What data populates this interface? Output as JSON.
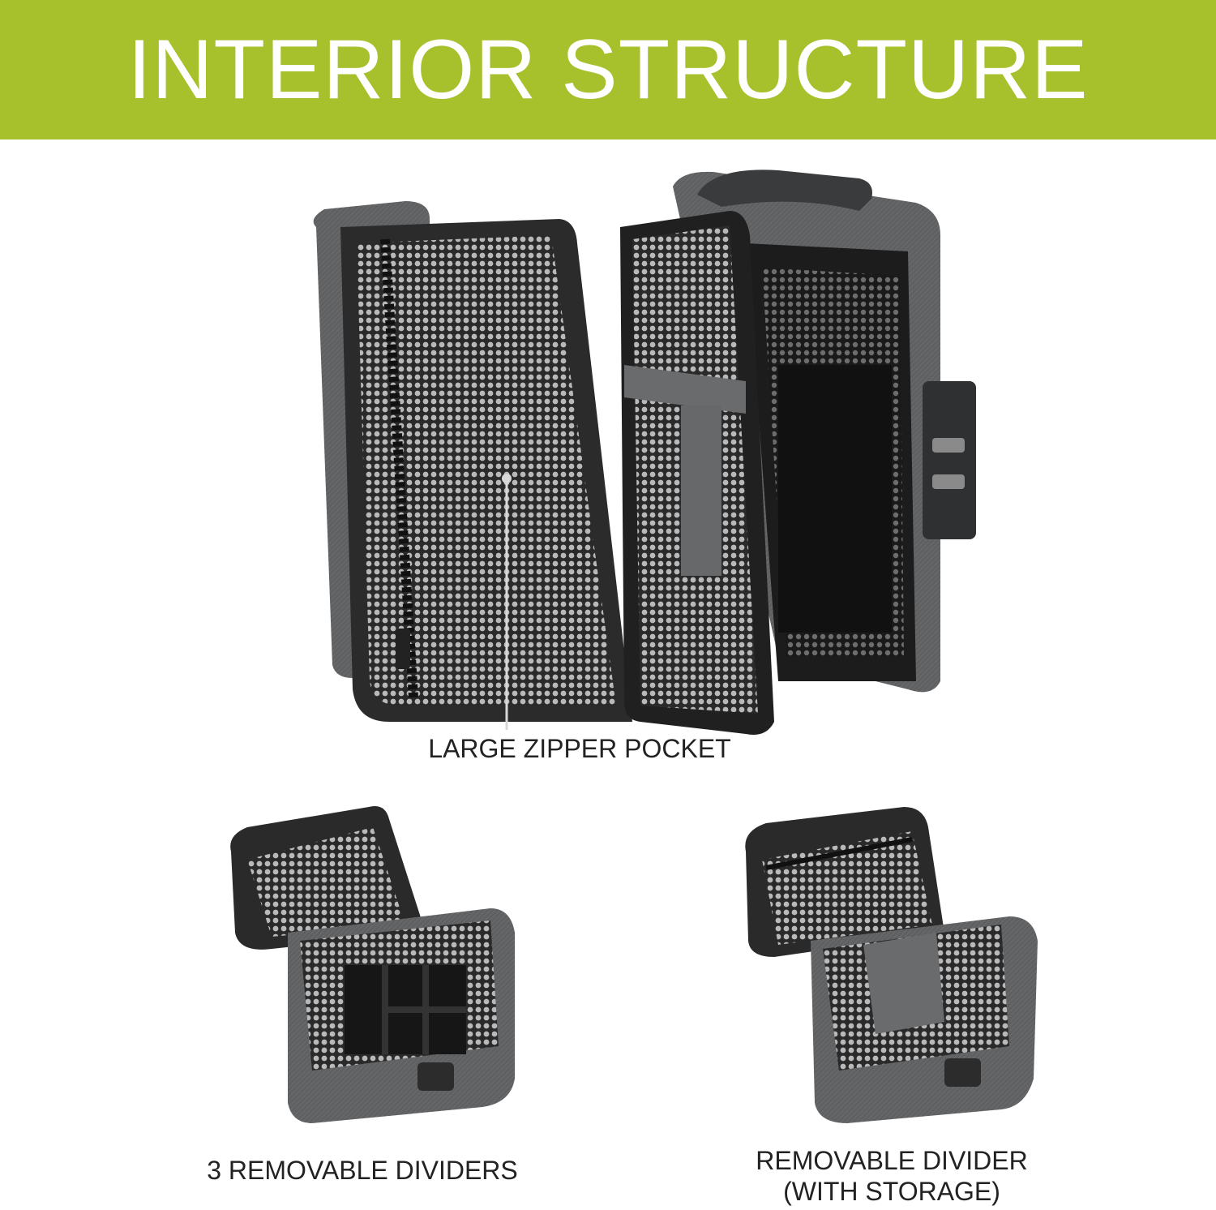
{
  "banner": {
    "title": "INTERIOR STRUCTURE",
    "background_color": "#a6c12b"
  },
  "main_figure": {
    "caption": "LARGE ZIPPER POCKET",
    "case_color": "#5c5d5f"
  },
  "bottom_left_figure": {
    "caption": "3 REMOVABLE DIVIDERS"
  },
  "bottom_right_figure": {
    "caption_line1": "REMOVABLE DIVIDER",
    "caption_line2": "(WITH STORAGE)"
  }
}
